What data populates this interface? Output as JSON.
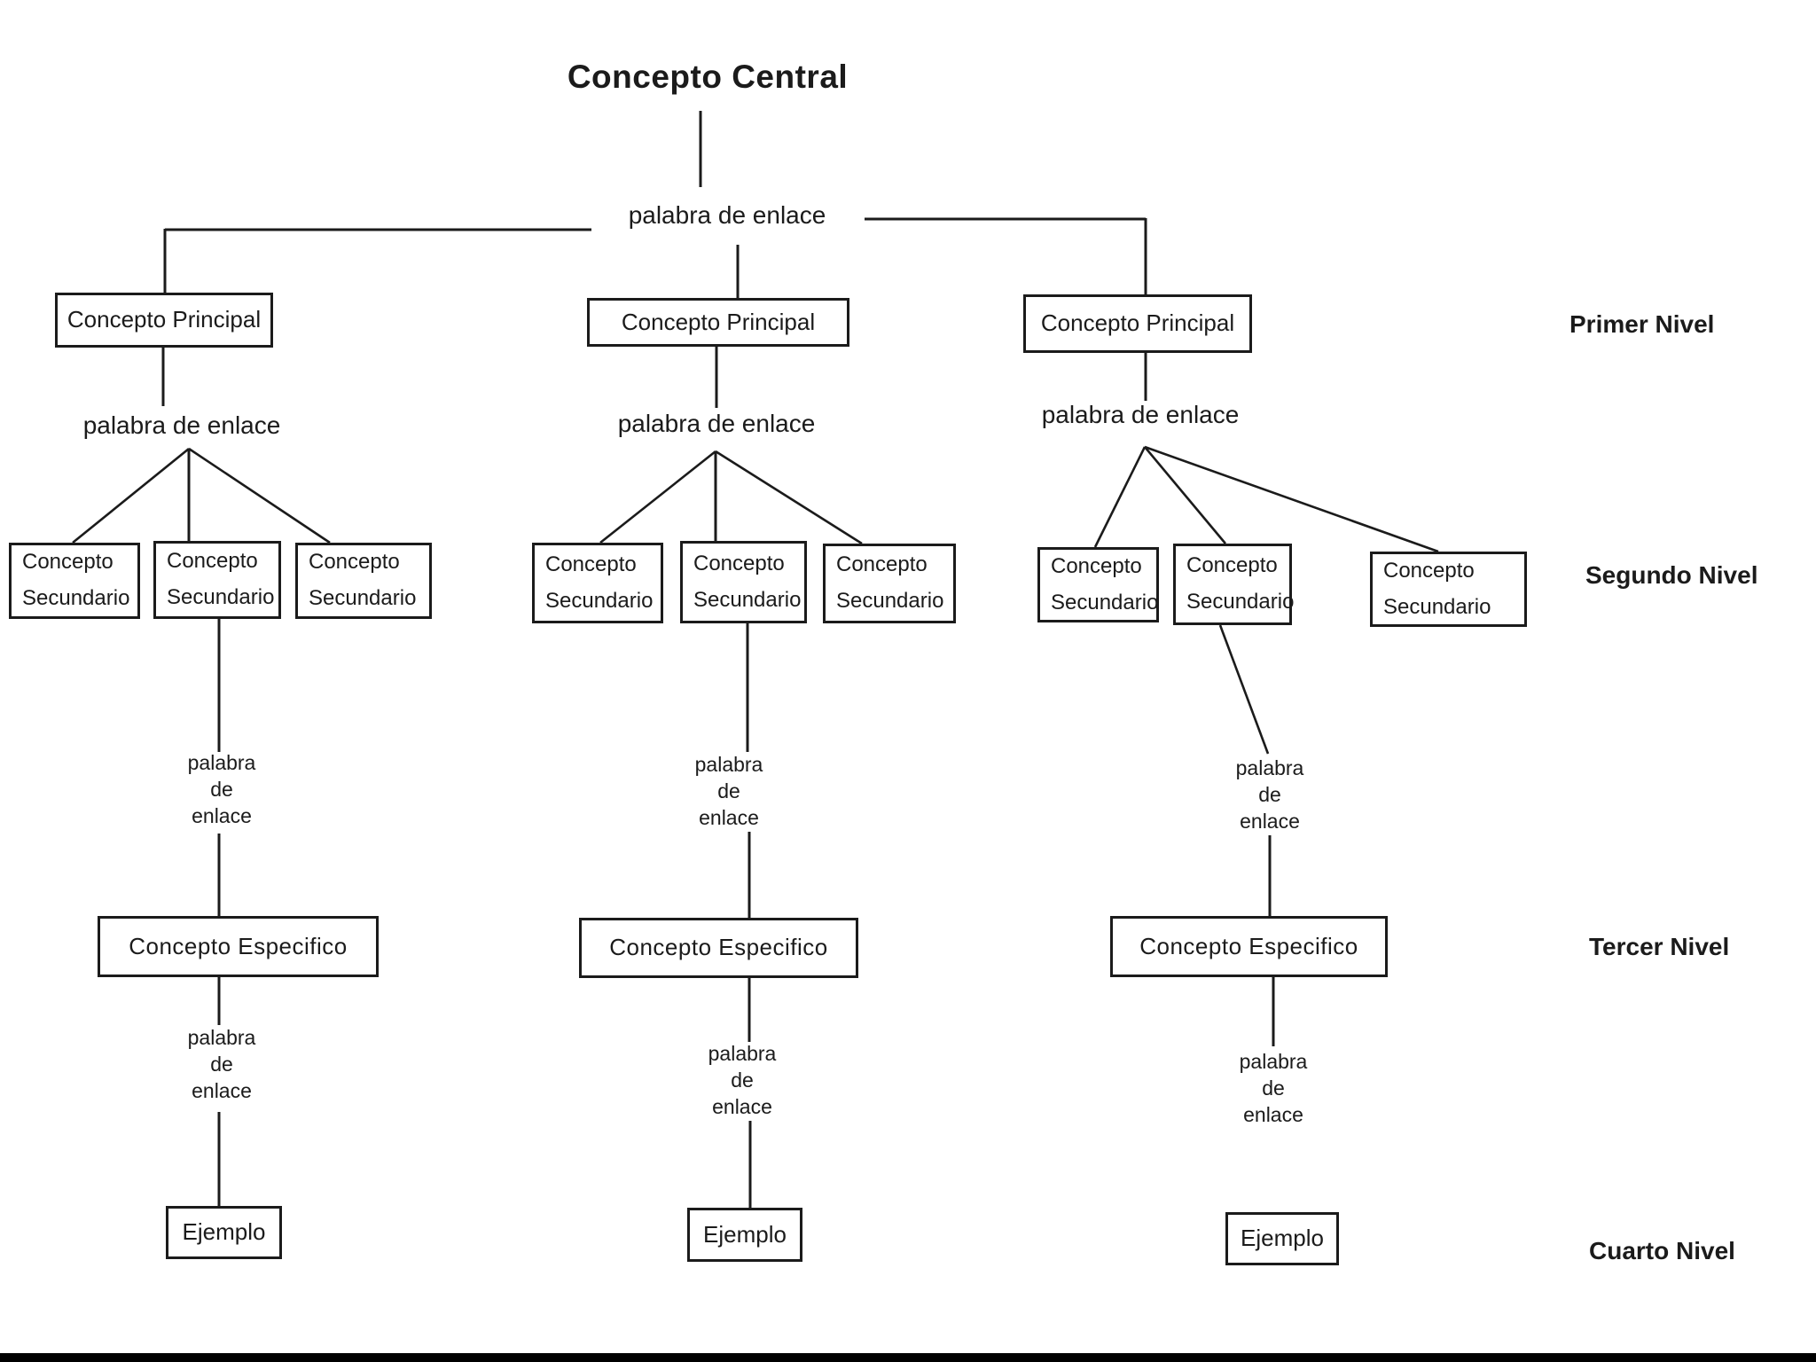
{
  "diagram": {
    "title": "Concepto Central",
    "labels": {
      "principal": "Concepto Principal",
      "secundario": "Concepto\nSecundario",
      "especifico": "Concepto Especifico",
      "ejemplo": "Ejemplo",
      "link_word": "palabra de enlace",
      "link_word_stacked": "palabra\nde\nenlace"
    },
    "level_labels": {
      "primer": "Primer Nivel",
      "segundo": "Segundo Nivel",
      "tercer": "Tercer Nivel",
      "cuarto": "Cuarto Nivel"
    },
    "structure": {
      "levels": 4,
      "main_branches": 3,
      "secondary_boxes_per_branch": 3,
      "specific_boxes": 3,
      "example_boxes": 3
    },
    "colors": {
      "line": "#1b1b1b",
      "text": "#1b1b1b",
      "background": "#ffffff",
      "bottom_bar": "#000000"
    }
  }
}
